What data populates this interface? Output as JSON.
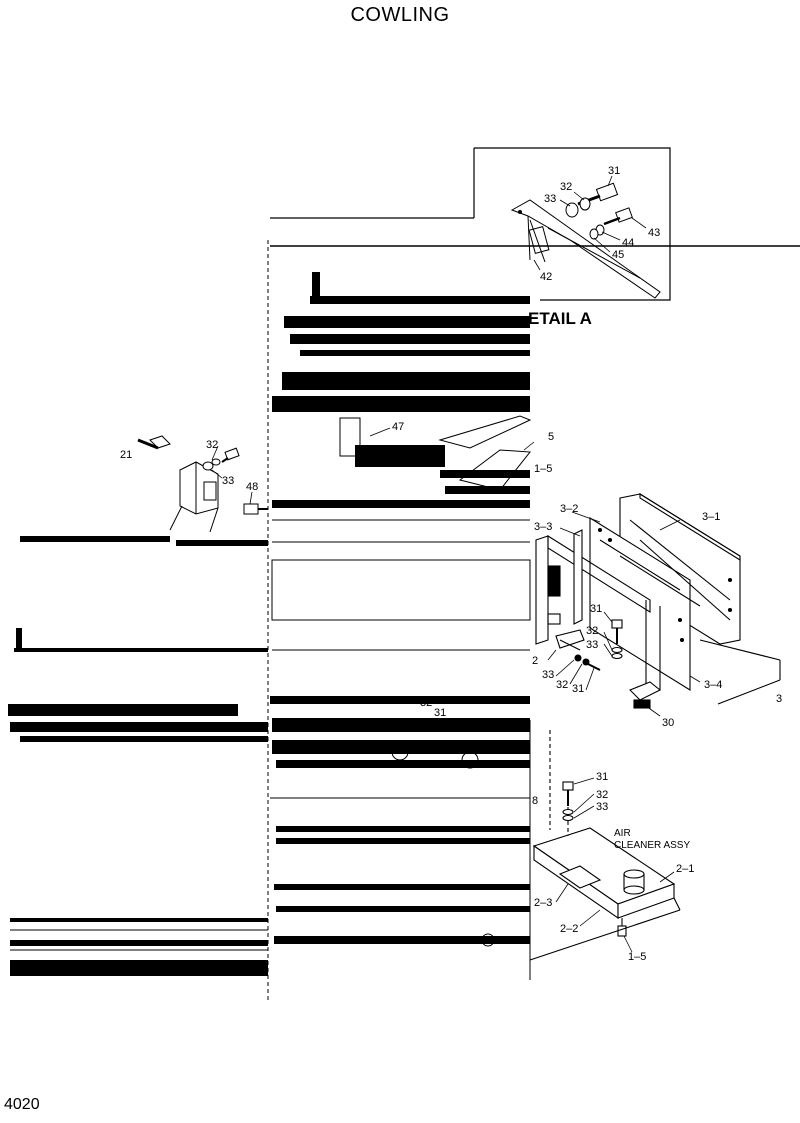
{
  "page": {
    "title": "COWLING",
    "page_number": "4020"
  },
  "detail": {
    "label": "ETAIL  A"
  },
  "notes": {
    "air_cleaner_line1": "AIR",
    "air_cleaner_line2": "CLEANER ASSY"
  },
  "callouts": {
    "c31a": "31",
    "c32a": "32",
    "c33a": "33",
    "c43": "43",
    "c44": "44",
    "c45": "45",
    "c42": "42",
    "c47": "47",
    "c5": "5",
    "c1_5a": "1–5",
    "c21": "21",
    "c32b": "32",
    "c33b": "33",
    "c48": "48",
    "c3_2": "3–2",
    "c3_3": "3–3",
    "c3_1": "3–1",
    "c3": "3",
    "c3_4": "3–4",
    "c31b": "31",
    "c32c": "32",
    "c33c": "33",
    "c2": "2",
    "c33d": "33",
    "c32d": "32",
    "c31c": "31",
    "c30": "30",
    "c32e": "32",
    "c31d": "31",
    "c31e": "31",
    "c32f": "32",
    "c33e": "33",
    "c8": "8",
    "c2_1": "2–1",
    "c2_3": "2–3",
    "c2_2": "2–2",
    "c1_5b": "1–5"
  }
}
